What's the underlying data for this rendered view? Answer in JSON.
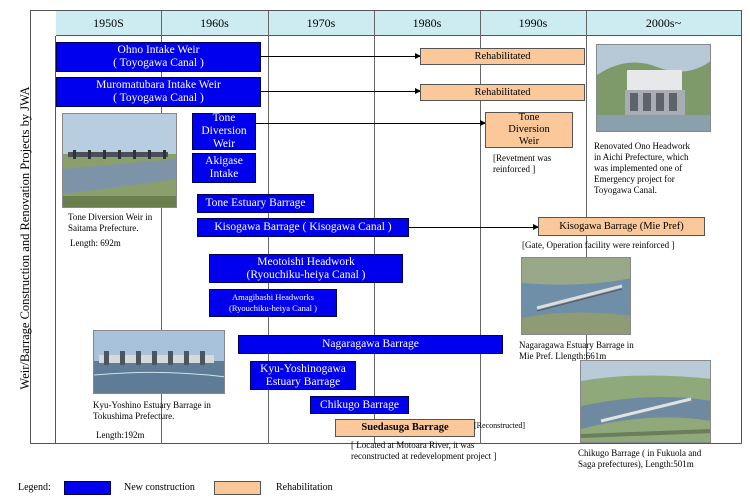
{
  "decades": [
    "1950S",
    "1960s",
    "1970s",
    "1980s",
    "1990s",
    "2000s~"
  ],
  "side_title": "Weir/Barrage Construction and Renovation Projects by JWA",
  "projects": {
    "ohno": "Ohno Intake Weir",
    "ohno_sub": "( Toyogawa Canal )",
    "muro": "Muromatubara Intake Weir",
    "muro_sub": "( Toyogawa Canal )",
    "tone_div": [
      "Tone",
      "Diversion",
      "Weir"
    ],
    "akigase": [
      "Akigase",
      "Intake"
    ],
    "tone_estuary": "Tone Estuary Barrage",
    "kisogawa": "Kisogawa Barrage ( Kisogawa Canal )",
    "meotoishi": "Meotoishi Headwork",
    "meotoishi_sub": "(Ryouchiku-heiya Canal )",
    "amagibashi": "Amagibashi Headworks",
    "amagibashi_sub": "(Ryouchiku-heiya Canal )",
    "nagaragawa": "Nagaragawa Barrage",
    "kyu": [
      "Kyu-Yoshinogawa",
      "Estuary Barrage"
    ],
    "chikugo": "Chikugo Barrage",
    "suedasuga": "Suedasuga Barrage"
  },
  "rehab": {
    "ohno": "Rehabilitated",
    "muro": "Rehabilitated",
    "tone": [
      "Tone",
      "Diversion",
      "Weir"
    ],
    "kiso": "Kisogawa Barrage (Mie Pref)",
    "reconstructed": "[Reconstructed]"
  },
  "notes": {
    "revetment": [
      "[Revetment was",
      "reinforced ]"
    ],
    "gate": "[Gate, Operation facility were reinforced ]",
    "motoara": [
      "[ Located at Motoara River, it was",
      "reconstructed at redevelopment project ]"
    ]
  },
  "captions": {
    "tone": [
      "Tone Diversion Weir in",
      "Saitama Prefecture."
    ],
    "tone_len": "Length: 692m",
    "ono": [
      "Renovated Ono Headwork",
      "in Aichi Prefecture, which",
      "was implemented one of",
      "Emergency project for",
      "Toyogawa Canal."
    ],
    "naga": [
      "Nagaragawa Estuary Barrage in",
      "Mie Pref.  Llength:661m"
    ],
    "kyu": [
      "Kyu-Yoshino Estuary Barrage in",
      "Tokushima Prefecture."
    ],
    "kyu_len": "Length:192m",
    "chik": [
      "Chikugo Barrage ( in Fukuola and",
      "Saga prefectures), Length:501m"
    ]
  },
  "legend": {
    "label": "Legend:",
    "new": "New construction",
    "rehab": "Rehabilitation",
    "colors": {
      "new": "#0000ee",
      "rehab": "#fbc89a"
    }
  }
}
